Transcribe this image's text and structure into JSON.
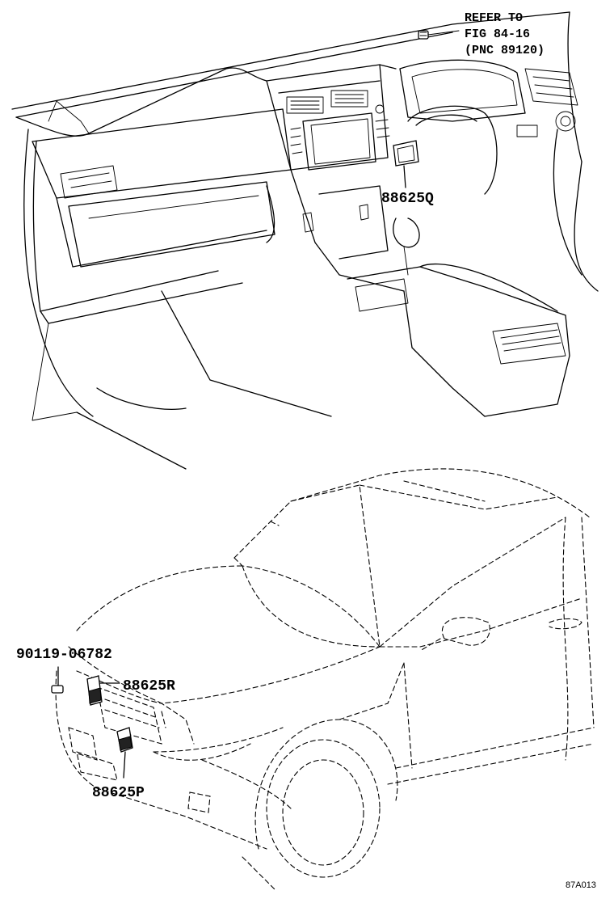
{
  "reference_note": {
    "line1": "REFER TO",
    "line2": "FIG 84-16",
    "line3": "(PNC 89120)"
  },
  "callouts": {
    "interior_sensor": "88625Q",
    "front_sensor_upper": "88625R",
    "front_sensor_lower": "88625P",
    "clip": "90119-06782"
  },
  "figure_code": "87A013"
}
